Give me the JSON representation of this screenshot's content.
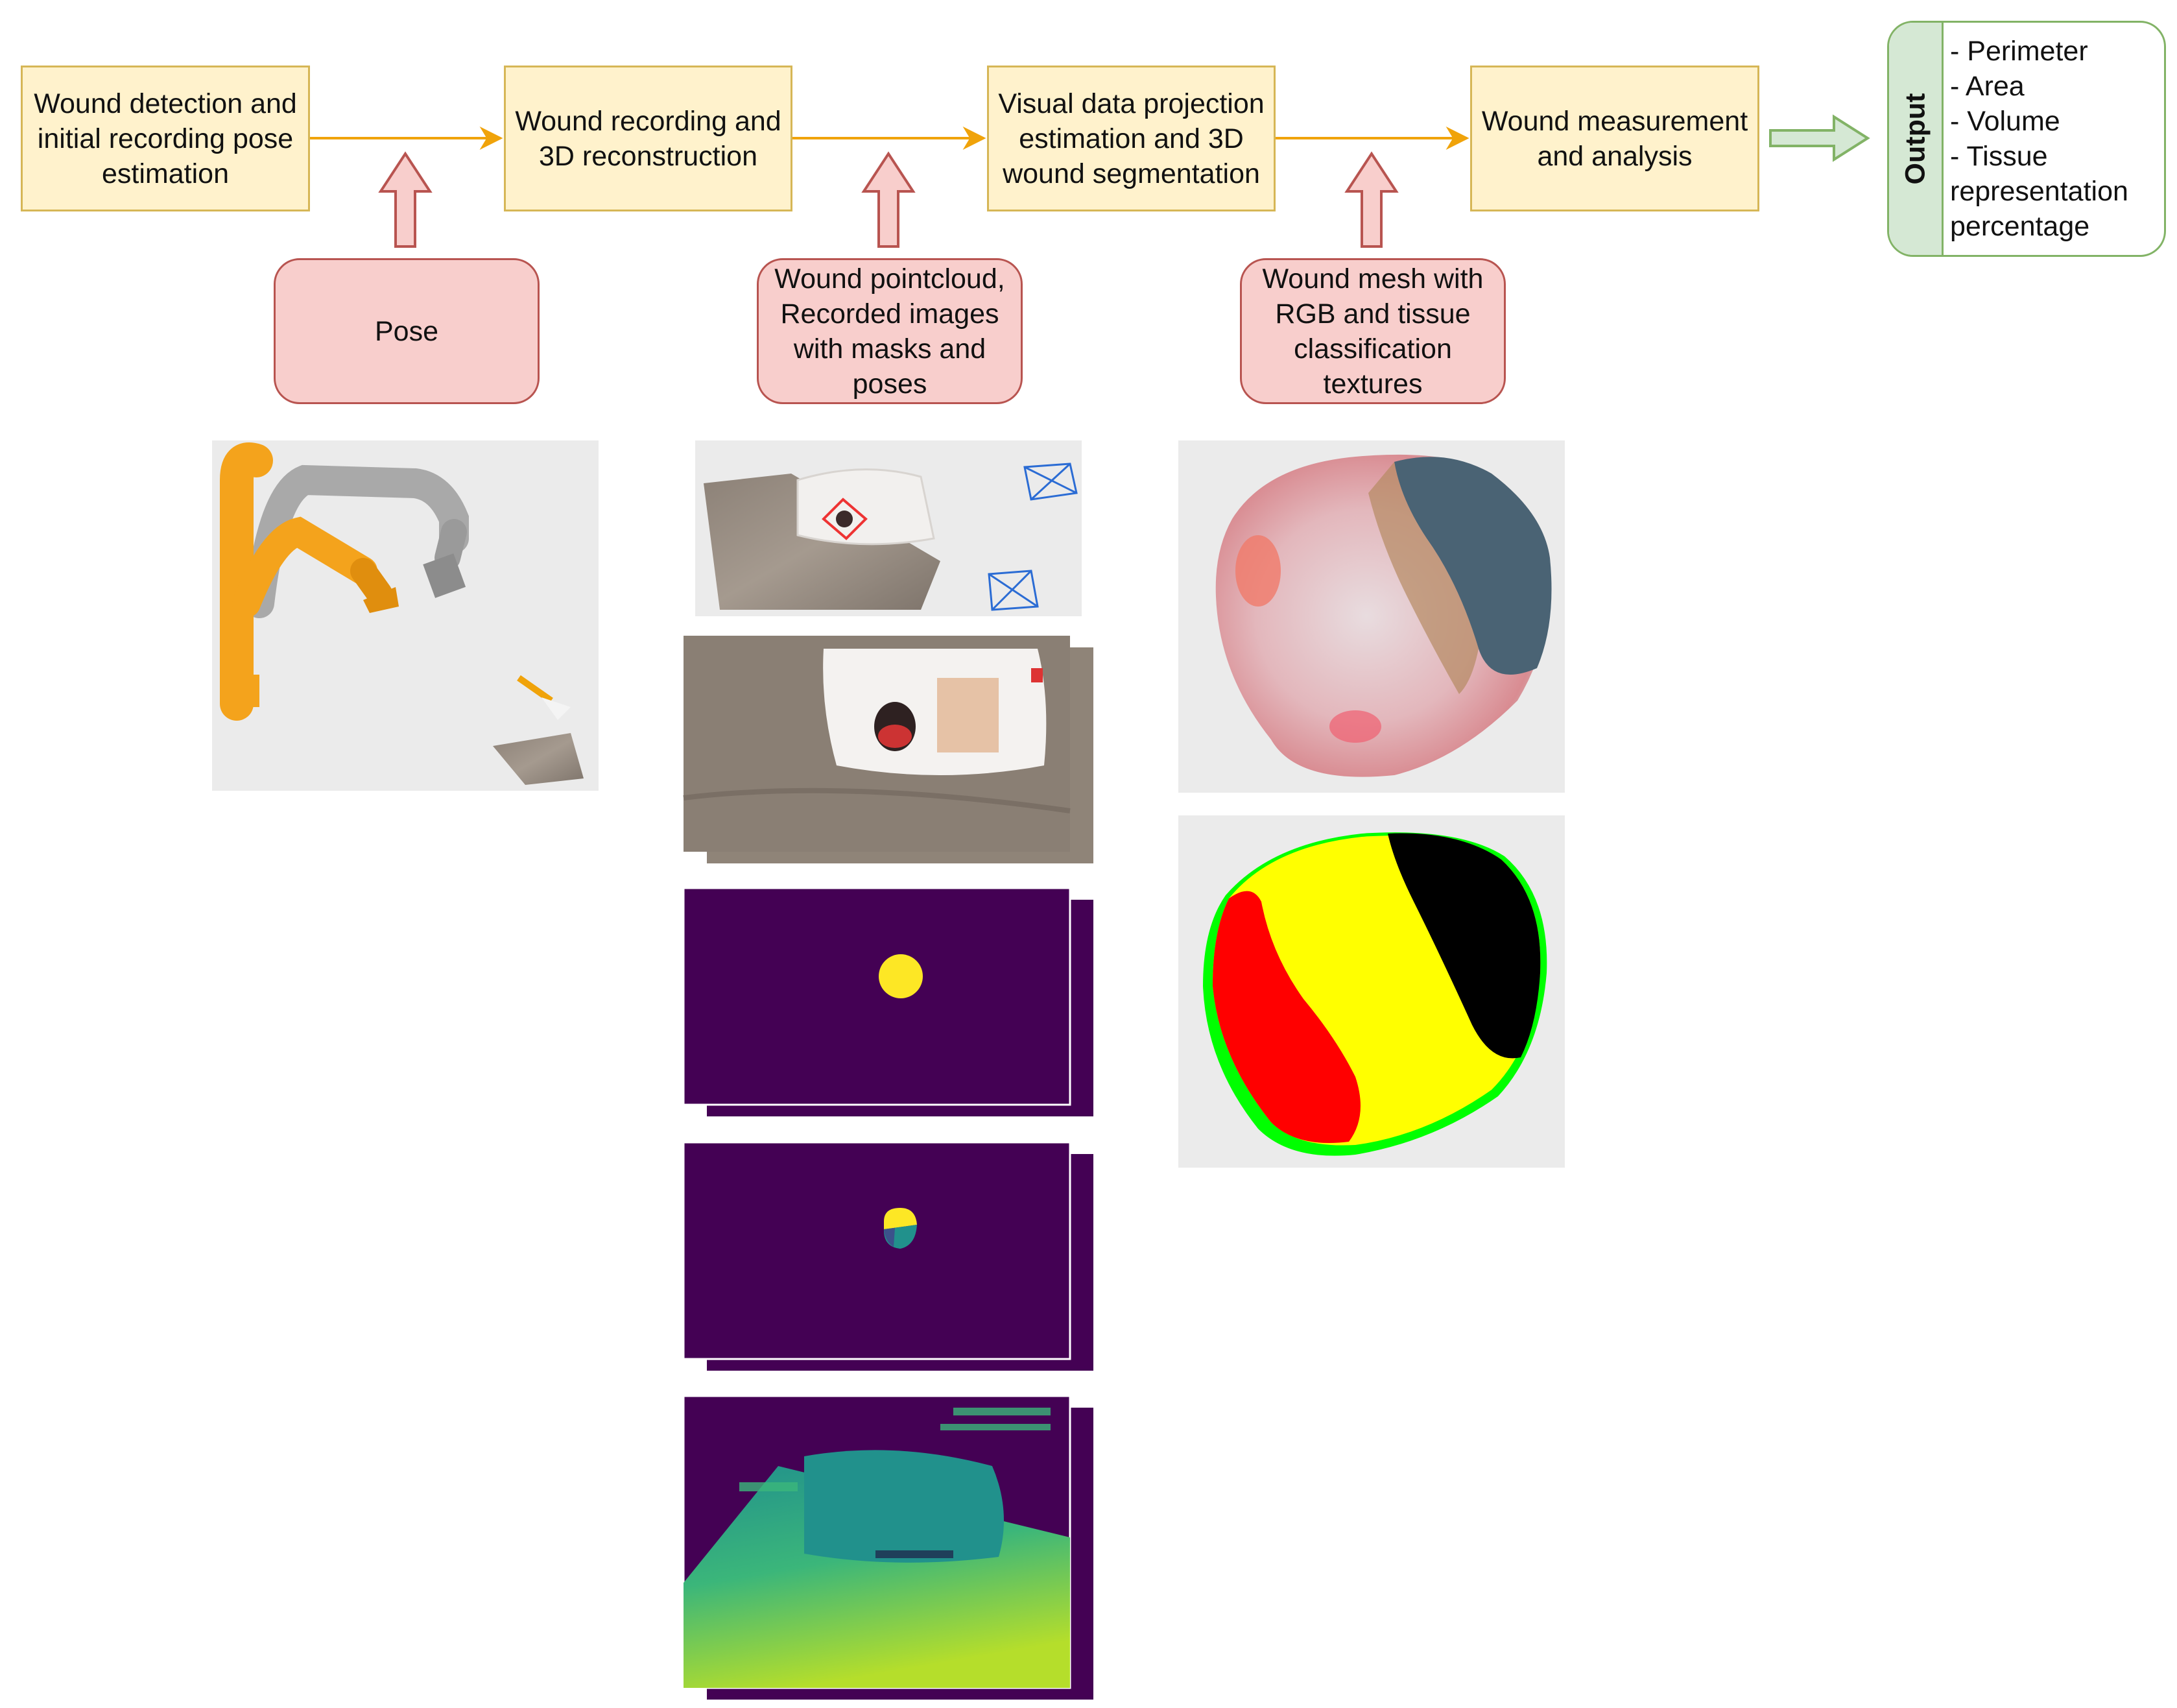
{
  "colors": {
    "step_fill": "#fff2cc",
    "step_border": "#d6b656",
    "input_fill": "#f8cecc",
    "input_border": "#b85450",
    "output_fill": "#d5e8d4",
    "output_border": "#82b366",
    "arrow": "#f0a30a",
    "mask_background": "#440154",
    "mask_wound": "#fde725",
    "tissue_yellow": "#ffff00",
    "tissue_red": "#ff0000",
    "tissue_black": "#000000",
    "tissue_green": "#00ff00"
  },
  "steps": [
    {
      "label": "Wound detection and\ninitial recording pose\nestimation"
    },
    {
      "label": "Wound recording and\n3D reconstruction"
    },
    {
      "label": "Visual data projection\nestimation and 3D\nwound segmentation"
    },
    {
      "label": "Wound measurement\nand analysis"
    }
  ],
  "inputs": [
    {
      "label": "Pose"
    },
    {
      "label": "Wound pointcloud,\nRecorded images\nwith masks and\nposes"
    },
    {
      "label": "Wound mesh with\nRGB and tissue\nclassification\ntextures"
    }
  ],
  "output": {
    "title": "Output",
    "items": [
      "- Perimeter",
      "- Area",
      "- Volume",
      "- Tissue",
      "representation",
      "percentage"
    ]
  },
  "images": [
    {
      "name": "robot-arm-pose-render",
      "icon": "robot-arm"
    },
    {
      "name": "pointcloud-with-camera-poses",
      "icon": "point-cloud"
    },
    {
      "name": "recorded-rgb-images",
      "icon": "photo"
    },
    {
      "name": "wound-mask-images",
      "icon": "mask"
    },
    {
      "name": "tissue-segmentation-masks",
      "icon": "segmentation"
    },
    {
      "name": "depth-images",
      "icon": "depth-map"
    },
    {
      "name": "wound-mesh-rgb-texture",
      "icon": "textured-mesh"
    },
    {
      "name": "wound-mesh-tissue-classification",
      "icon": "classified-mesh"
    }
  ]
}
